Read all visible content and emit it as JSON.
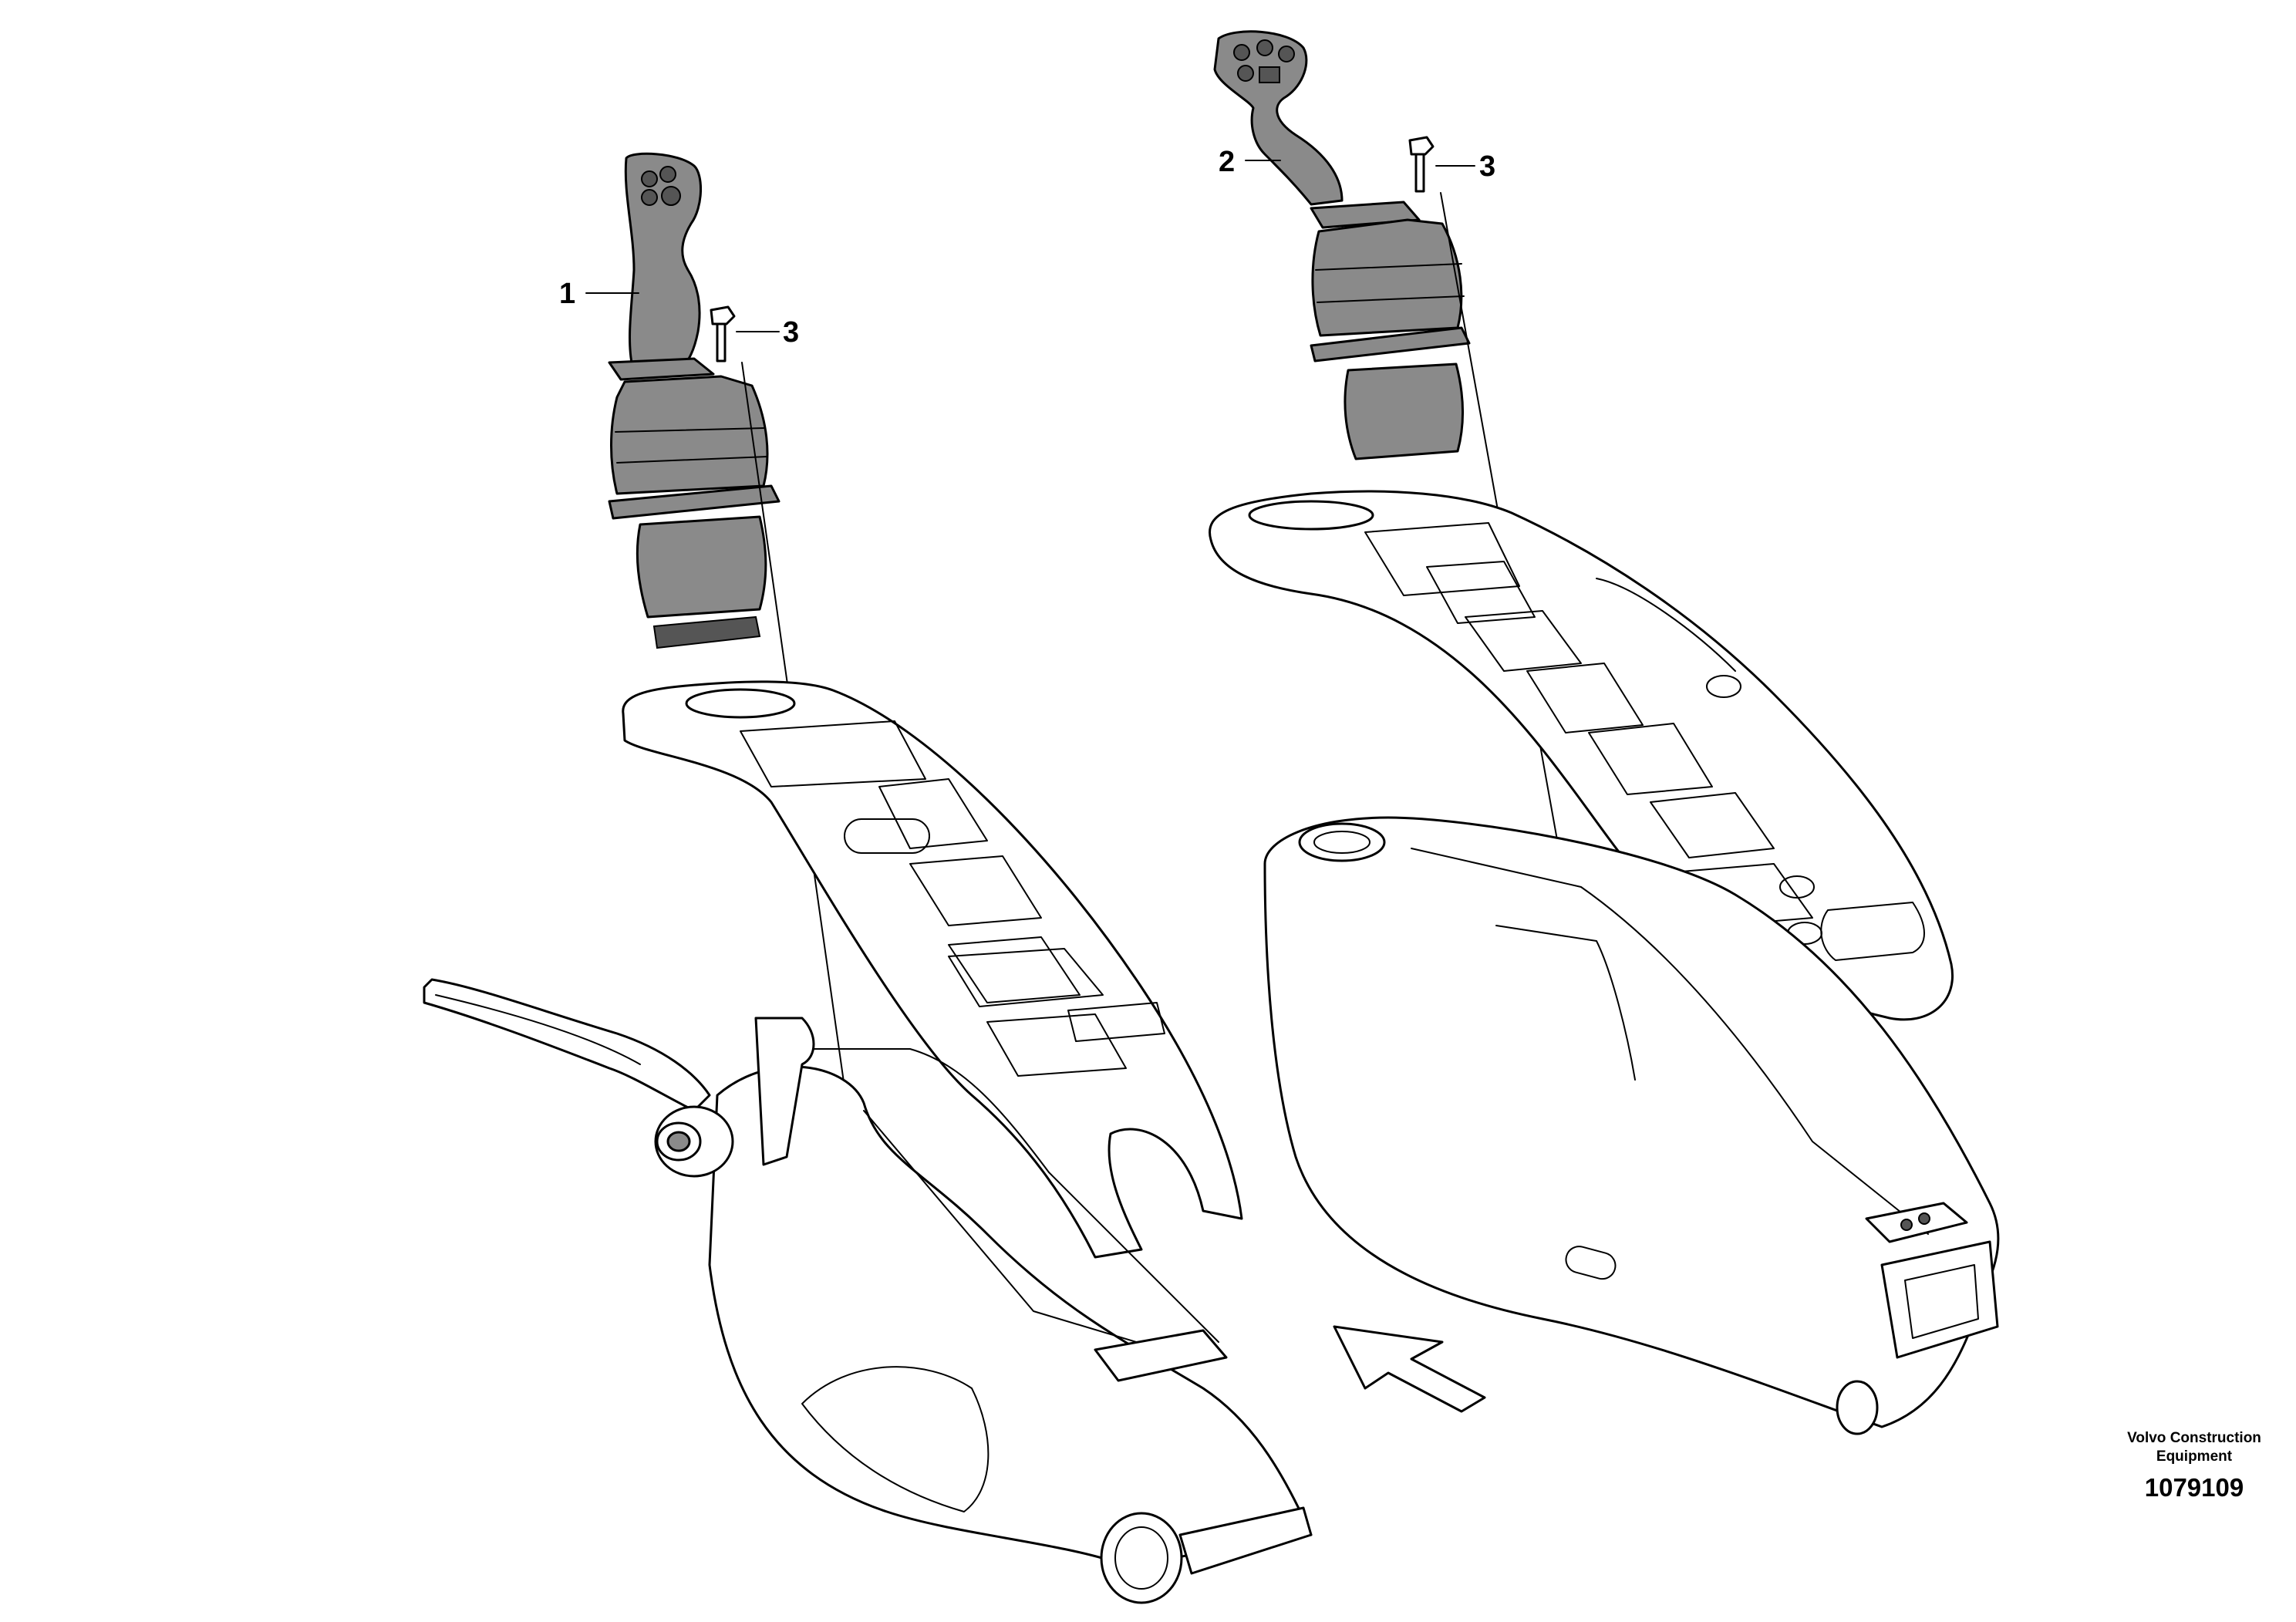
{
  "callouts": [
    {
      "id": "1",
      "label": "1"
    },
    {
      "id": "2",
      "label": "2"
    },
    {
      "id": "3a",
      "label": "3"
    },
    {
      "id": "3b",
      "label": "3"
    }
  ],
  "footer": {
    "company_line1": "Volvo Construction",
    "company_line2": "Equipment",
    "drawing_number": "1079109"
  }
}
